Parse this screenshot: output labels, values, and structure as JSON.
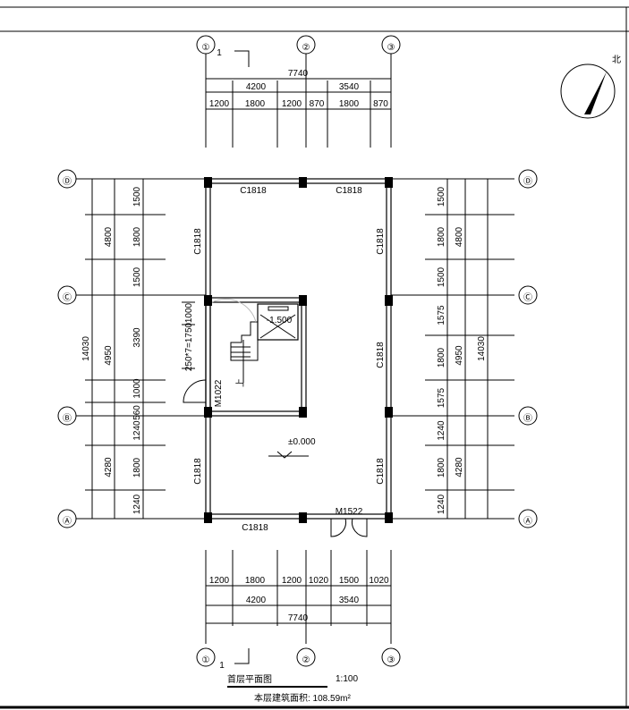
{
  "title": "首层平面图",
  "scale": "1:100",
  "area_label": "本层建筑面积: 108.59m²",
  "north_label": "北",
  "axes": {
    "x": [
      "①",
      "②",
      "③"
    ],
    "y": [
      "Ⓓ",
      "Ⓒ",
      "Ⓑ",
      "Ⓐ"
    ],
    "section_mark": "1"
  },
  "top_dims": {
    "total": "7740",
    "main": [
      "4200",
      "3540"
    ],
    "sub": [
      "1200",
      "1800",
      "1200",
      "870",
      "1800",
      "870"
    ]
  },
  "bottom_dims": {
    "total": "7740",
    "main": [
      "4200",
      "3540"
    ],
    "sub": [
      "1200",
      "1800",
      "1200",
      "1020",
      "1500",
      "1020"
    ]
  },
  "left_dims": {
    "total": "14030",
    "main": [
      "4800",
      "4950",
      "4280"
    ],
    "sub": [
      "1500",
      "1800",
      "1500",
      "3390",
      "1000",
      "560",
      "1240",
      "1800",
      "1240"
    ]
  },
  "right_dims": {
    "total": "14030",
    "main": [
      "4800",
      "4950",
      "4280"
    ],
    "sub": [
      "1500",
      "1800",
      "1500",
      "1575",
      "1800",
      "1575",
      "1240",
      "1800",
      "1240"
    ]
  },
  "stair_dims": [
    "1000",
    "250*7=1750"
  ],
  "windows": [
    "C1818",
    "C1818",
    "C1818",
    "C1818",
    "C1818",
    "C1818",
    "C1818",
    "C1818"
  ],
  "doors": [
    "M1022",
    "M1522"
  ],
  "elevation": "±0.000",
  "pit_elevation": "-1.500",
  "stair_label": "上"
}
